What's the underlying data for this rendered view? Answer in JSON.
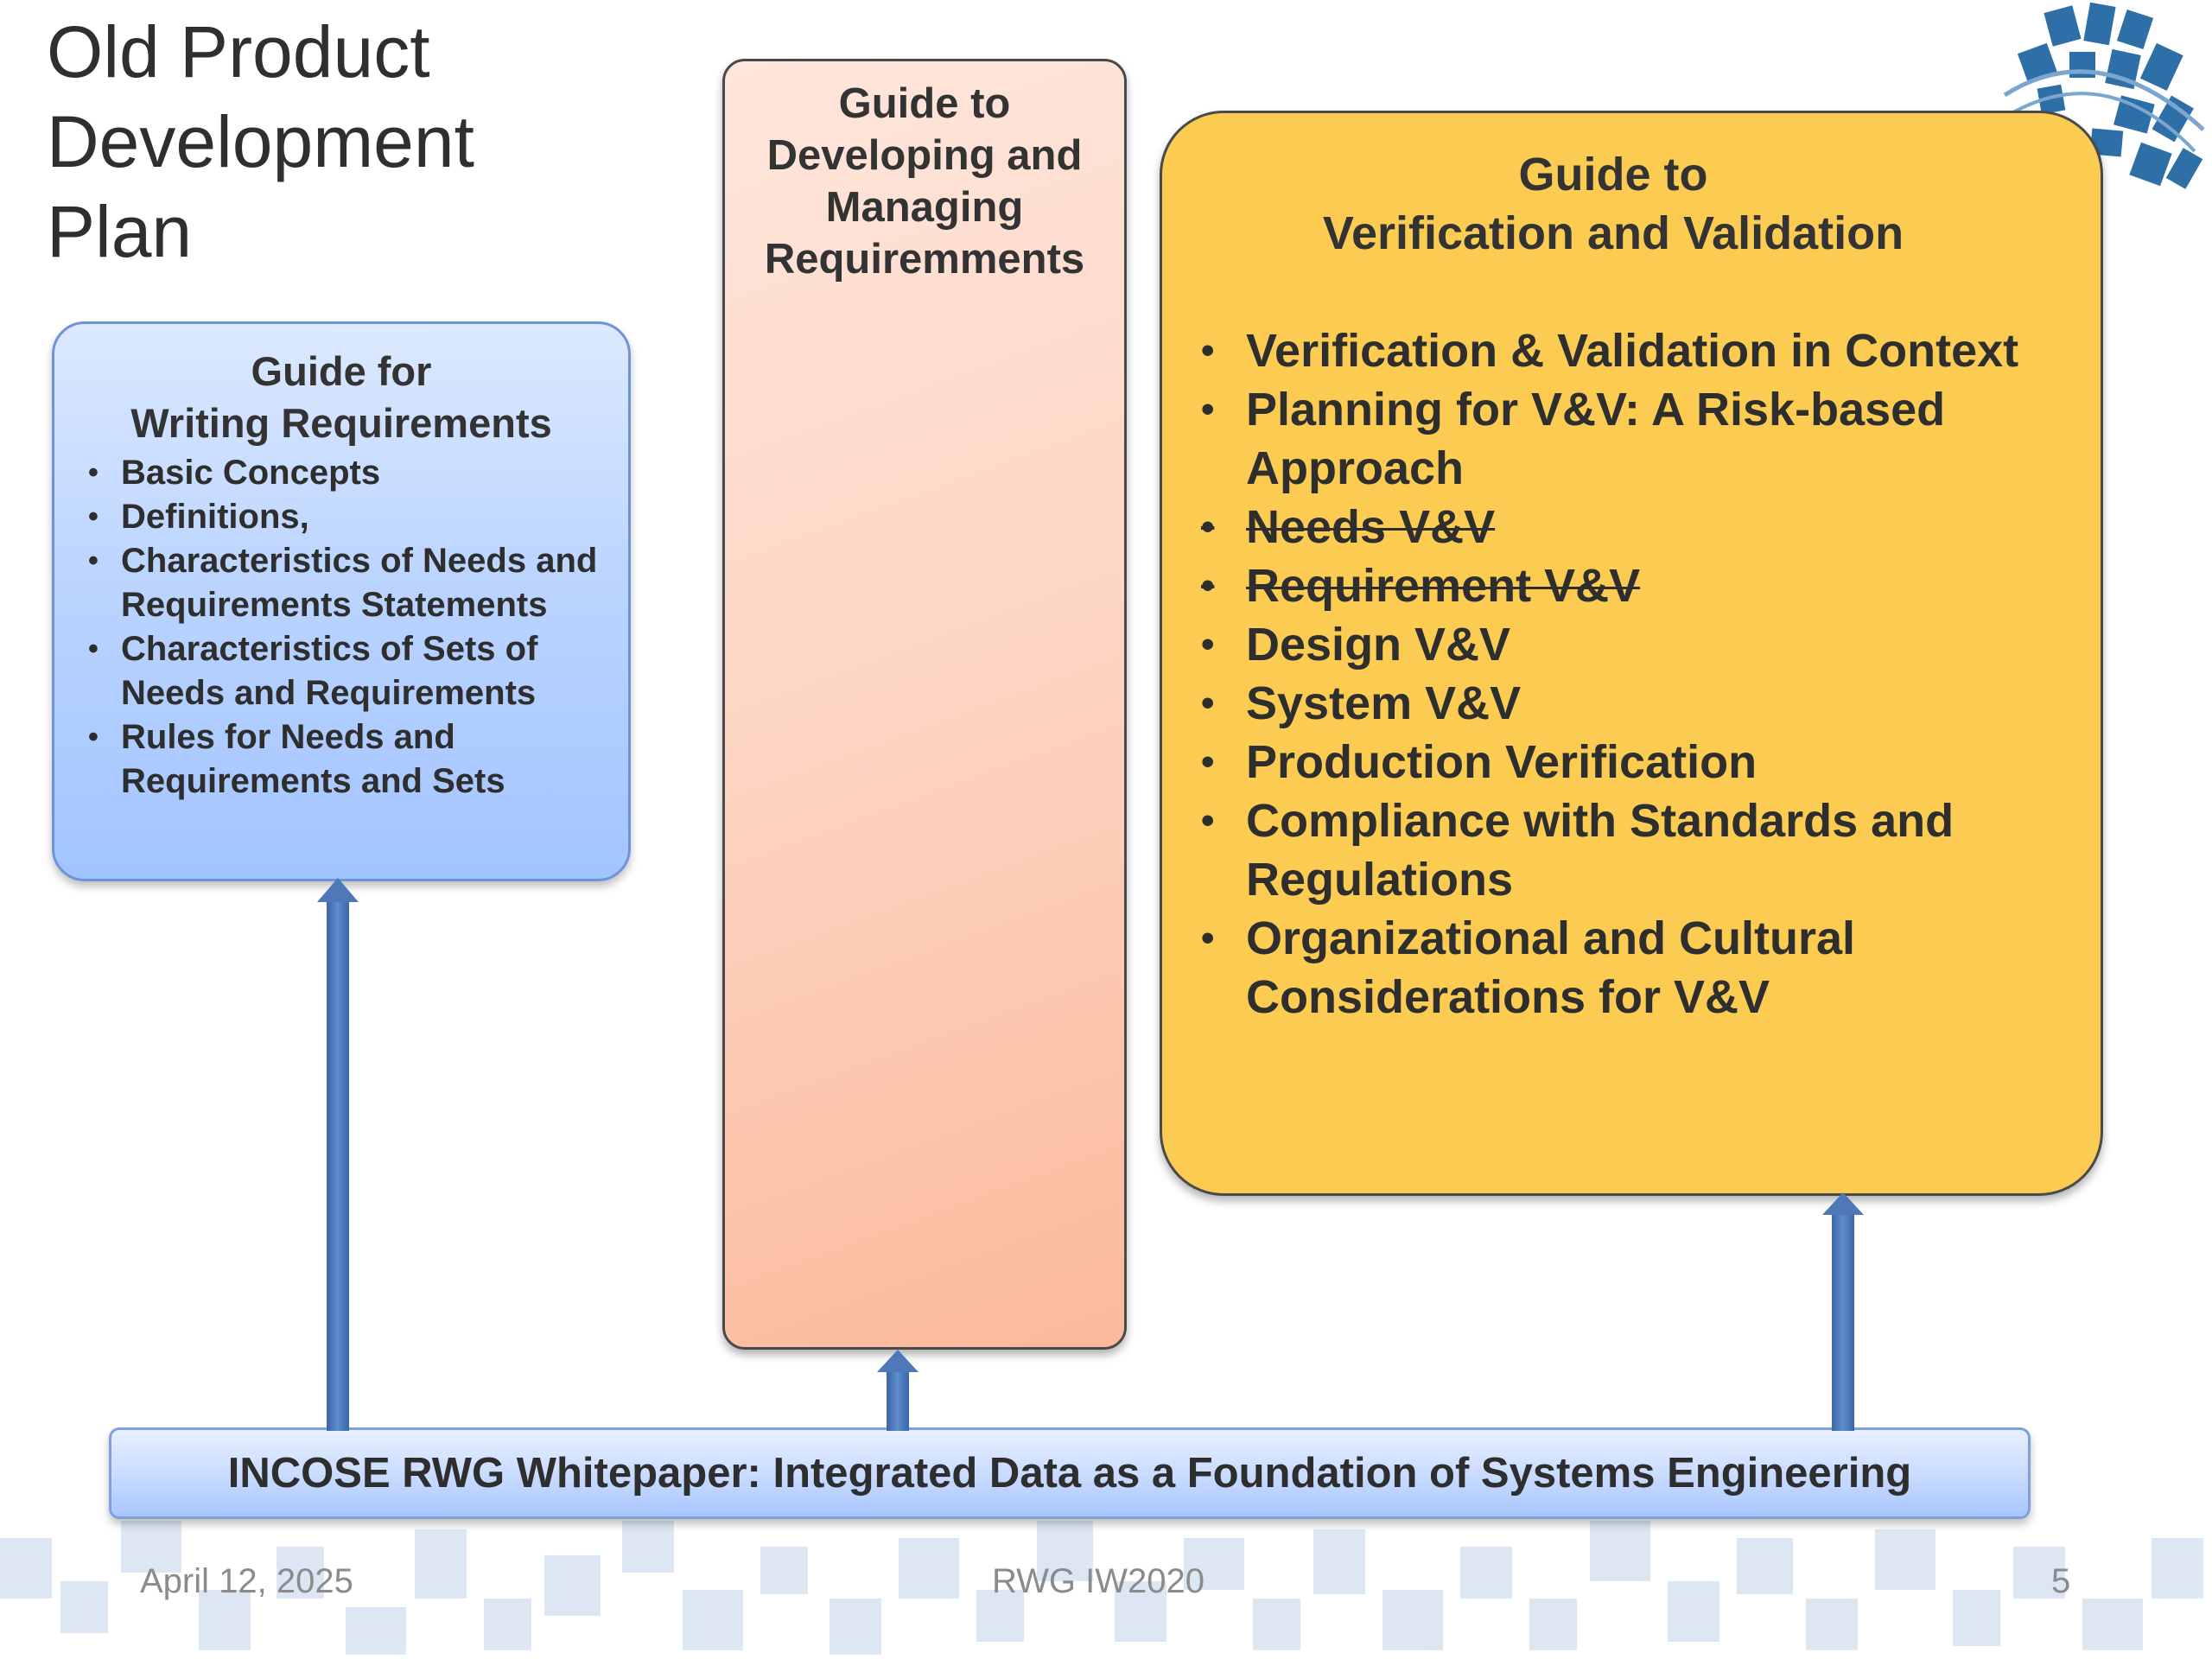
{
  "title_lines": [
    "Old Product",
    "Development",
    "Plan"
  ],
  "boxes": {
    "writing": {
      "title_lines": [
        "Guide for",
        "Writing Requirements"
      ],
      "items": [
        "Basic Concepts",
        "Definitions,",
        "Characteristics of  Needs and Requirements Statements",
        "Characteristics of Sets of Needs and  Requirements",
        "Rules for Needs and Requirements and Sets"
      ]
    },
    "developing": {
      "title_lines": [
        "Guide to",
        "Developing and",
        "Managing",
        "Requiremments"
      ]
    },
    "vv": {
      "title_lines": [
        "Guide to",
        "Verification and Validation"
      ],
      "items": [
        {
          "text": "Verification & Validation in Context",
          "struck": false
        },
        {
          "text": "Planning for V&V: A Risk-based Approach",
          "struck": false
        },
        {
          "text": "Needs V&V",
          "struck": true
        },
        {
          "text": "Requirement V&V",
          "struck": true
        },
        {
          "text": "Design V&V",
          "struck": false
        },
        {
          "text": "System V&V",
          "struck": false
        },
        {
          "text": "Production Verification",
          "struck": false
        },
        {
          "text": "Compliance with Standards and Regulations",
          "struck": false
        },
        {
          "text": "Organizational and Cultural Considerations for V&V",
          "struck": false
        }
      ]
    },
    "incose": {
      "label": "INCOSE RWG Whitepaper: Integrated Data as a Foundation of Systems Engineering"
    }
  },
  "footer": {
    "date": "April 12, 2025",
    "center": "RWG IW2020",
    "page": "5"
  },
  "colors": {
    "writing_fill": "#bcd5ff",
    "developing_fill": "#fdd4c2",
    "vv_fill": "#fccc52",
    "incose_fill": "#c4d8ff",
    "arrow": "#4f78b8",
    "pattern": "#a9c3e3"
  },
  "icons": {
    "logo": "globe-squares-logo-icon"
  }
}
